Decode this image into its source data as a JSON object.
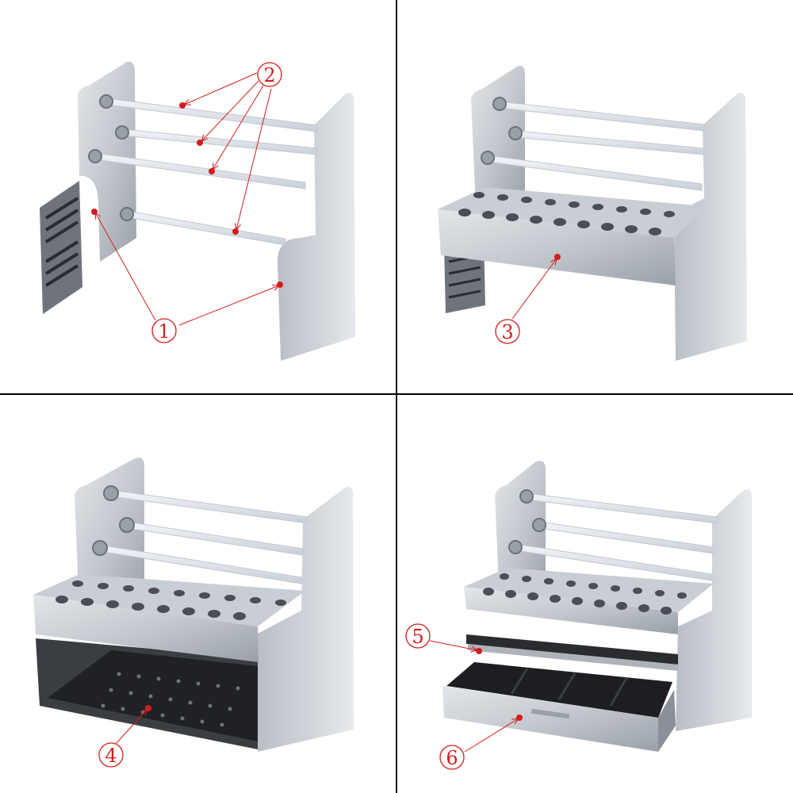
{
  "colors": {
    "background": "#ffffff",
    "divider": "#000000",
    "annotation": "#d21e1e",
    "metal_light": "#d6d9de",
    "metal_mid": "#b7bcc3",
    "metal_dark": "#8a9099",
    "black_tray": "#222428",
    "rod": "#e8ecf2"
  },
  "panels": [
    {
      "id": "panel-top-left",
      "labels": [
        {
          "text": "1",
          "targets": 2
        },
        {
          "text": "2",
          "targets": 4
        }
      ]
    },
    {
      "id": "panel-top-right",
      "labels": [
        {
          "text": "3",
          "targets": 1
        }
      ]
    },
    {
      "id": "panel-bottom-left",
      "labels": [
        {
          "text": "4",
          "targets": 1
        }
      ]
    },
    {
      "id": "panel-bottom-right",
      "labels": [
        {
          "text": "5",
          "targets": 1
        },
        {
          "text": "6",
          "targets": 1
        }
      ]
    }
  ]
}
